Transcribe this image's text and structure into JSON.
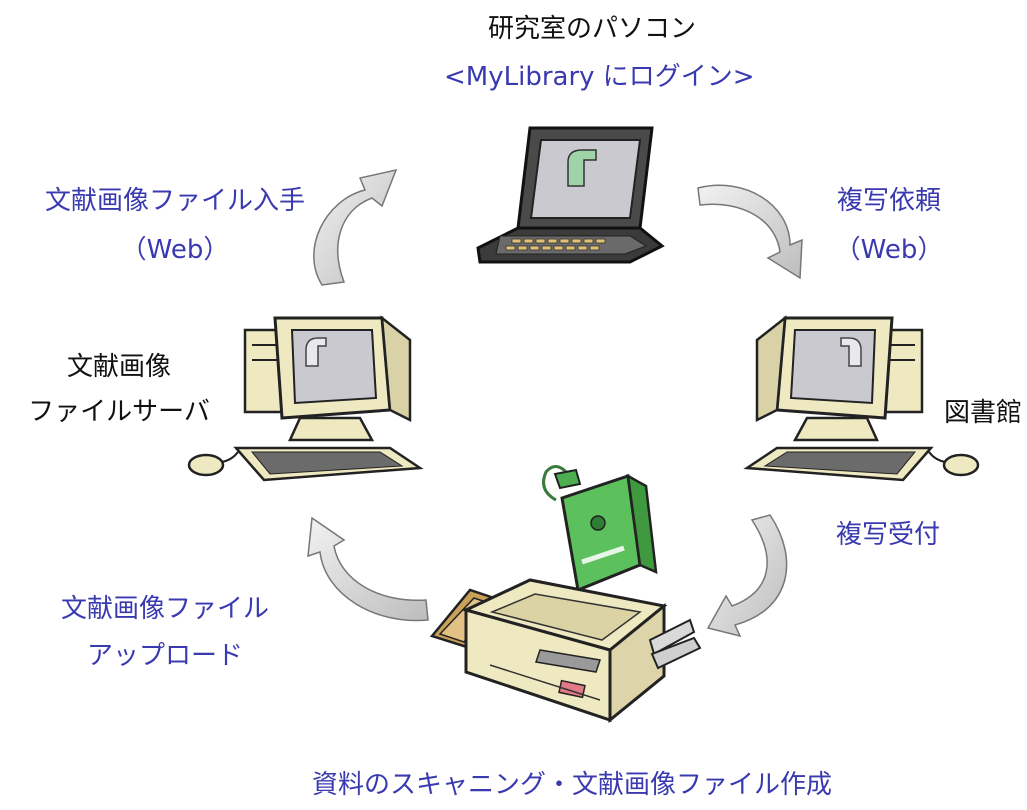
{
  "colors": {
    "label_blue": "#3a3ab0",
    "label_black": "#111111",
    "device_cream": "#efe9c2",
    "screen_gray": "#c9c9cf",
    "book_green": "#5cc05c",
    "arrow_gray": "#dcdcdc"
  },
  "nodes": {
    "lab_pc": {
      "title": "研究室のパソコン",
      "subtitle": "<MyLibrary にログイン>",
      "icon": "laptop-icon"
    },
    "file_server": {
      "label_line1": "文献画像",
      "label_line2": "ファイルサーバ",
      "icon": "desktop-computer-icon"
    },
    "library": {
      "label": "図書館",
      "icon": "desktop-computer-icon"
    },
    "scanner": {
      "label": "資料のスキャニング・文献画像ファイル作成",
      "icon": "scanner-icon",
      "book_icon": "book-icon"
    }
  },
  "flows": {
    "get_file": {
      "line1": "文献画像ファイル入手",
      "line2": "（Web）"
    },
    "copy_request": {
      "line1": "複写依頼",
      "line2": "（Web）"
    },
    "copy_reception": {
      "line1": "複写受付"
    },
    "upload": {
      "line1": "文献画像ファイル",
      "line2": "アップロード"
    }
  }
}
